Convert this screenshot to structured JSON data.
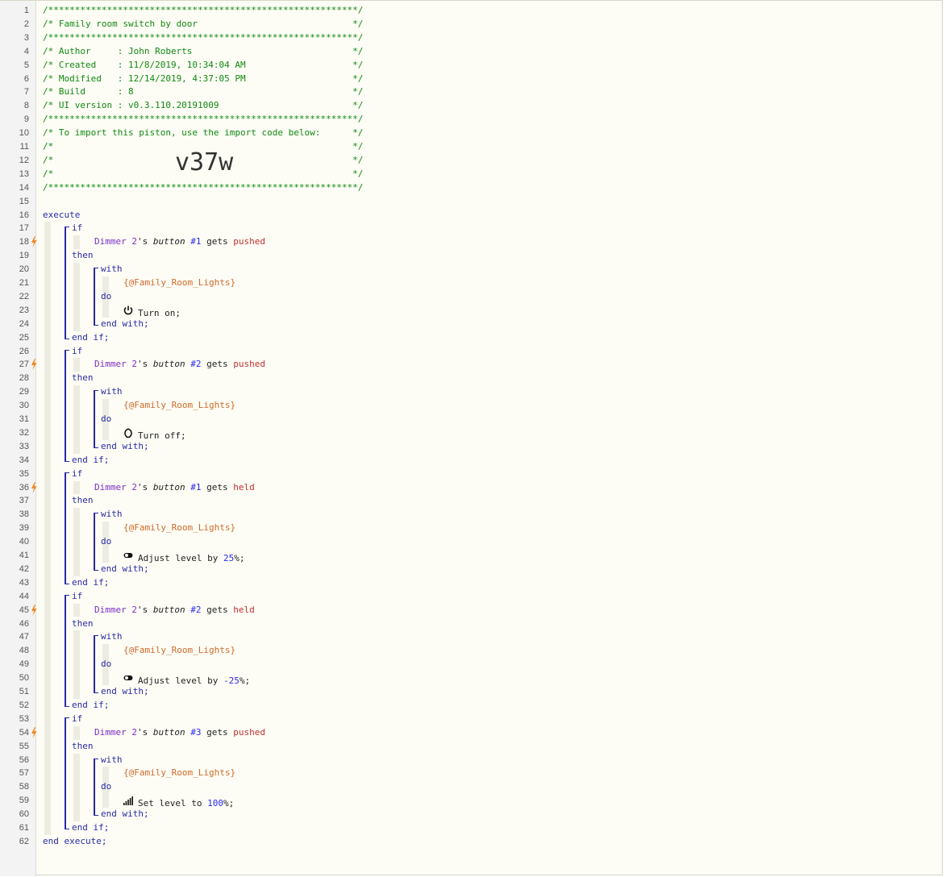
{
  "header": [
    "/**********************************************************/",
    "/* Family room switch by door                             */",
    "/**********************************************************/",
    "/* Author     : John Roberts                              */",
    "/* Created    : 11/8/2019, 10:34:04 AM                    */",
    "/* Modified   : 12/14/2019, 4:37:05 PM                    */",
    "/* Build      : 8                                         */",
    "/* UI version : v0.3.110.20191009                         */",
    "/**********************************************************/",
    "/* To import this piston, use the import code below:      */",
    "/*                                                        */",
    "/*                                                        */",
    "/*                                                        */",
    "/**********************************************************/"
  ],
  "import_code": "v37w",
  "keywords": {
    "execute": "execute",
    "end_execute": "end execute;",
    "if": "if",
    "then": "then",
    "end_if": "end if;",
    "with": "with",
    "do": "do",
    "end_with": "end with;"
  },
  "blocks": [
    {
      "device": "Dimmer 2",
      "attr": "button",
      "num": "#1",
      "gets": "gets",
      "event": "pushed",
      "target": "{@Family_Room_Lights}",
      "icon": "power-on-icon",
      "action": "Turn on;",
      "param": ""
    },
    {
      "device": "Dimmer 2",
      "attr": "button",
      "num": "#2",
      "gets": "gets",
      "event": "pushed",
      "target": "{@Family_Room_Lights}",
      "icon": "power-off-icon",
      "action": "Turn off;",
      "param": ""
    },
    {
      "device": "Dimmer 2",
      "attr": "button",
      "num": "#1",
      "gets": "gets",
      "event": "held",
      "target": "{@Family_Room_Lights}",
      "icon": "toggle-icon",
      "action": "Adjust level by ",
      "param": "25",
      "suffix": "%;"
    },
    {
      "device": "Dimmer 2",
      "attr": "button",
      "num": "#2",
      "gets": "gets",
      "event": "held",
      "target": "{@Family_Room_Lights}",
      "icon": "toggle-icon",
      "action": "Adjust level by ",
      "param": "-25",
      "suffix": "%;"
    },
    {
      "device": "Dimmer 2",
      "attr": "button",
      "num": "#3",
      "gets": "gets",
      "event": "pushed",
      "target": "{@Family_Room_Lights}",
      "icon": "signal-level-icon",
      "action": "Set level to ",
      "param": "100",
      "suffix": "%;"
    }
  ],
  "colors": {
    "comment": "#118811",
    "keyword": "#2a2aa8",
    "device": "#7b2fc9",
    "event": "#c03030",
    "variable": "#d06a2a",
    "bolt": "#f08a24"
  }
}
